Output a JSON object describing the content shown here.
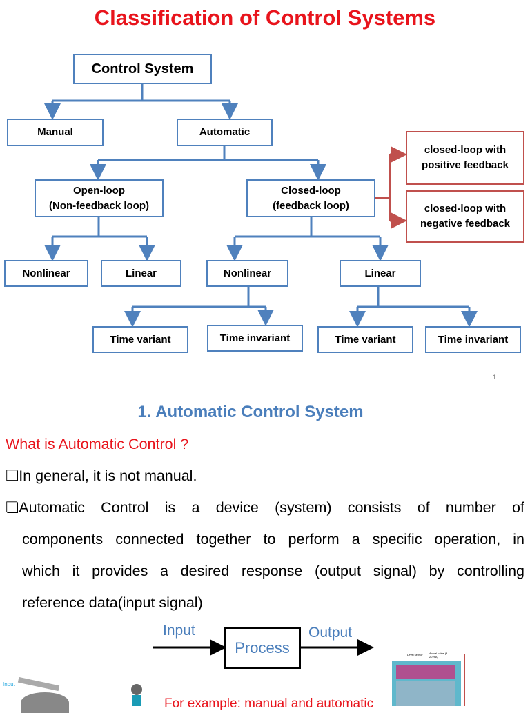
{
  "title": "Classification of Control Systems",
  "diagram": {
    "control_system": "Control System",
    "manual": "Manual",
    "automatic": "Automatic",
    "open_loop_1": "Open-loop",
    "open_loop_2": "(Non-feedback loop)",
    "closed_loop_1": "Closed-loop",
    "closed_loop_2": "(feedback loop)",
    "positive_1": "closed-loop with",
    "positive_2": "positive feedback",
    "negative_1": "closed-loop with",
    "negative_2": "negative feedback",
    "ol_nonlinear": "Nonlinear",
    "ol_linear": "Linear",
    "cl_nonlinear": "Nonlinear",
    "cl_linear": "Linear",
    "nl_time_variant": "Time variant",
    "nl_time_invariant": "Time invariant",
    "l_time_variant": "Time variant",
    "l_time_invariant": "Time invariant"
  },
  "page_number": "1",
  "section_heading": "1. Automatic Control System",
  "question": "What is Automatic Control ?",
  "bullets": [
    "In general, it is not manual.",
    "Automatic Control is a device (system) consists of number of"
  ],
  "paragraph_lines": [
    "components connected together to perform a specific operation, in",
    "which it provides a desired response (output signal) by controlling",
    "reference data(input signal)"
  ],
  "process": {
    "input": "Input",
    "process": "Process",
    "output": "Output"
  },
  "example": "For example: manual and automatic",
  "image_labels": {
    "input": "Input",
    "level_sensor": "Level sensor",
    "actual_value": "Actual value (4 - 20 mA)"
  },
  "colors": {
    "title": "#e8141c",
    "box_border": "#4f81bd",
    "feedback_border": "#c0504d",
    "heading": "#4a7ebb"
  }
}
